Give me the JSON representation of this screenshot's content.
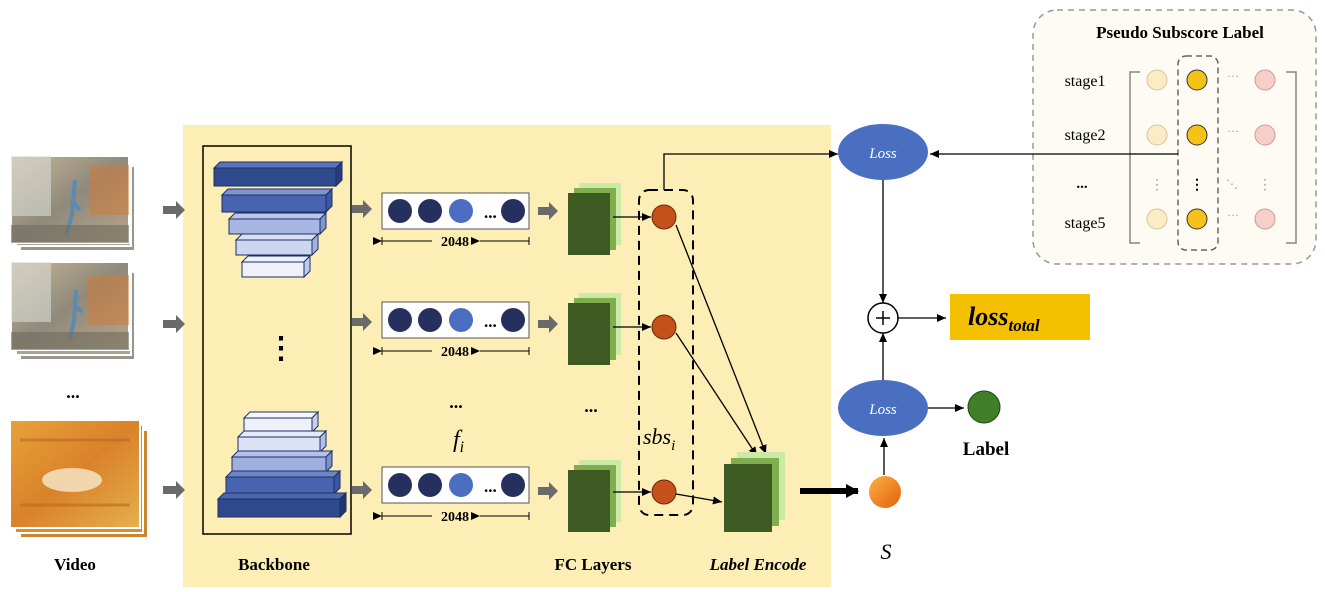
{
  "labels": {
    "video": "Video",
    "backbone": "Backbone",
    "fc_layers": "FC Layers",
    "label_encode": "Label Encode",
    "dim": "2048",
    "feature_var": "f",
    "feature_sub": "i",
    "sbs_var": "sbs",
    "sbs_sub": "i",
    "score_var": "S",
    "loss": "Loss",
    "loss_total_main": "loss",
    "loss_total_sub": "total",
    "label": "Label",
    "ellipsis": "...",
    "ellipsis_v": "⋮",
    "dots_mid": "···"
  },
  "pseudo_panel": {
    "title": "Pseudo Subscore Label",
    "stages": [
      "stage1",
      "stage2",
      "...",
      "stage5"
    ]
  },
  "colors": {
    "panel_bg": "#fdeeb5",
    "backbone_dark": "#2e4a8c",
    "backbone_light": "#eef1fb",
    "circle_dark": "#25305f",
    "circle_mid": "#4b6ec2",
    "fc_green_dark": "#3c5a21",
    "fc_green_light": "#cde9a6",
    "sbs_node": "#c4501a",
    "loss_node": "#4a6fc1",
    "loss_total_bg": "#f5c000",
    "label_node": "#3f7f2a",
    "score_node": "#f07a1f",
    "pseudo_light": "#fbecc6",
    "pseudo_mid": "#f5c218",
    "pseudo_pink": "#f5cfc8"
  }
}
